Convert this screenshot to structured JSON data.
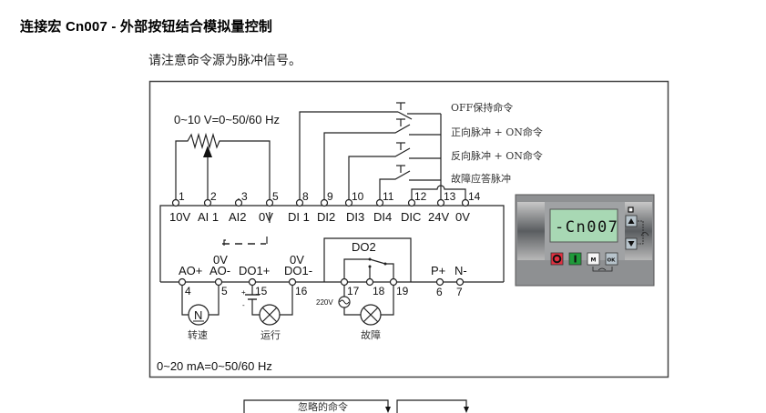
{
  "header": {
    "title": "连接宏 Cn007 - 外部按钮结合模拟量控制",
    "note": "请注意命令源为脉冲信号。"
  },
  "diagram": {
    "analog_in_label": "0~10 V=0~50/60 Hz",
    "analog_out_label": "0~20 mA=0~50/60 Hz",
    "top_terminals": [
      {
        "num": "1",
        "name": "10V"
      },
      {
        "num": "2",
        "name": "AI 1"
      },
      {
        "num": "3",
        "name": "AI2"
      },
      {
        "num": "5",
        "name": "0V"
      },
      {
        "num": "8",
        "name": "DI 1"
      },
      {
        "num": "9",
        "name": "DI2"
      },
      {
        "num": "10",
        "name": "DI3"
      },
      {
        "num": "11",
        "name": "DI4"
      },
      {
        "num": "12",
        "name": "DIC"
      },
      {
        "num": "13",
        "name": "24V"
      },
      {
        "num": "14",
        "name": "0V"
      }
    ],
    "bottom_terminals": [
      {
        "num": "4",
        "name": "AO+"
      },
      {
        "num": "5",
        "name": "AO-"
      },
      {
        "num": "15",
        "name": "DO1+"
      },
      {
        "num": "16",
        "name": "DO1-"
      },
      {
        "num": "17",
        "name": ""
      },
      {
        "num": "18",
        "name": ""
      },
      {
        "num": "19",
        "name": ""
      },
      {
        "num": "6",
        "name": "P+"
      },
      {
        "num": "7",
        "name": "N-"
      }
    ],
    "ov_labels": [
      "0V",
      "0V"
    ],
    "do2_label": "DO2",
    "voltage_label": "220V",
    "button_commands": [
      "OFF保持命令",
      "正向脉冲 + ON命令",
      "反向脉冲 + ON命令",
      "故障应答脉冲"
    ],
    "outputs": {
      "speed": "转速",
      "run": "运行",
      "fault": "故障",
      "meter_symbol": "N"
    },
    "panel": {
      "display": "-Cn007",
      "buttons": {
        "stop": "O",
        "run": "I",
        "menu": "M",
        "ok": "OK"
      },
      "colors": {
        "display_bg": "#a8d8b4",
        "stop": "#e03040",
        "run": "#1f9a3a",
        "panel_bg": "#9a9c9e"
      }
    },
    "flow": {
      "ignored_command": "忽略的命令"
    }
  }
}
